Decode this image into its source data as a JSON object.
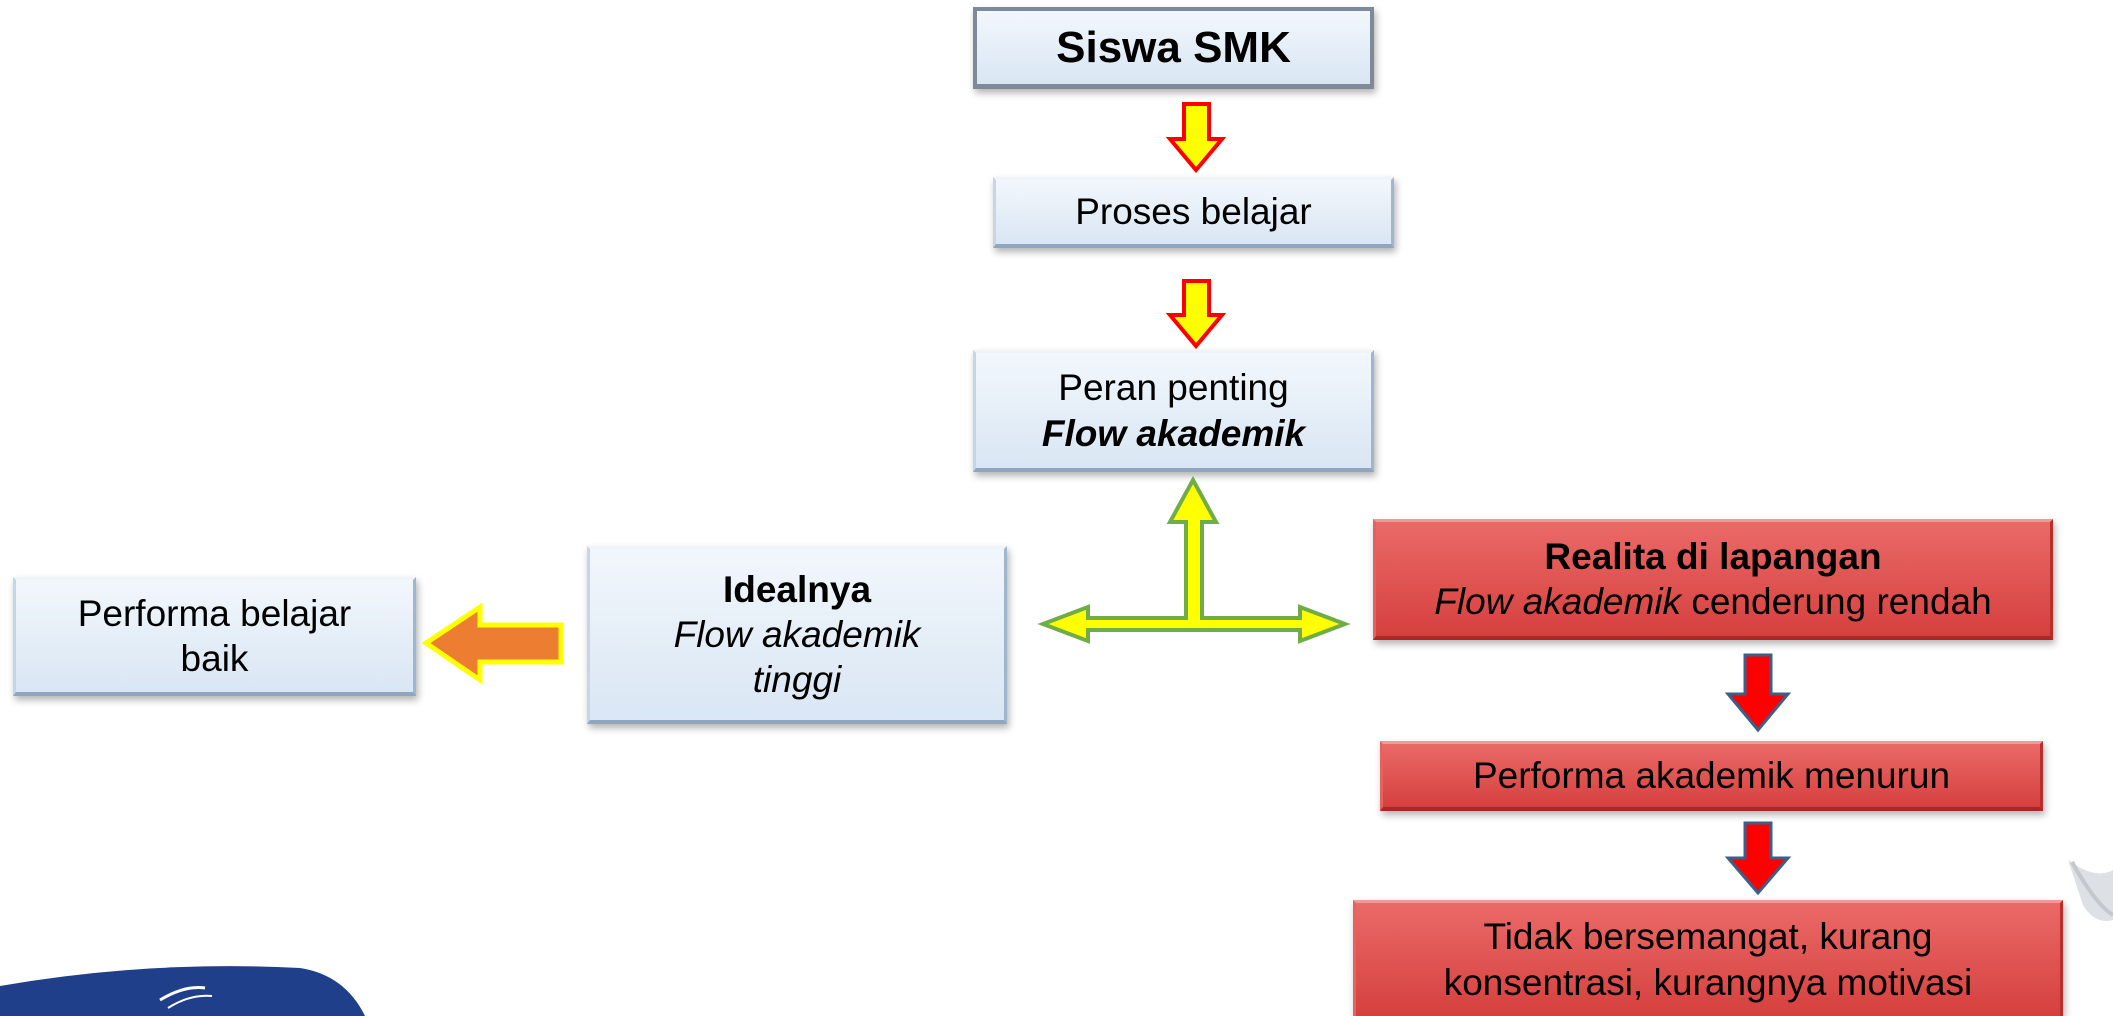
{
  "colors": {
    "box_blue": "#dce8f4",
    "box_red": "#de4a48",
    "arrow_red": "#ff0000",
    "arrow_yellow": "#ffff00",
    "arrow_orange": "#ed7d31",
    "arrow_green": "#70ad47",
    "arrow_outline_blue": "#3a5f8a"
  },
  "nodes": {
    "siswa": {
      "label": "Siswa SMK"
    },
    "proses": {
      "label": "Proses belajar"
    },
    "peran": {
      "line1": "Peran penting",
      "line2": "Flow akademik"
    },
    "idealnya": {
      "line1": "Idealnya",
      "line2": "Flow akademik",
      "line3": "tinggi"
    },
    "performa_baik": {
      "line1": "Performa belajar",
      "line2": "baik"
    },
    "realita": {
      "title": "Realita di lapangan",
      "line2_italic": "Flow akademik",
      "line2_rest": " cenderung rendah"
    },
    "performa_menurun": {
      "label": "Performa akademik menurun"
    },
    "tidak_bersemangat": {
      "line1": "Tidak bersemangat, kurang",
      "line2": "konsentrasi, kurangnya motivasi"
    }
  },
  "edges": [
    {
      "from": "siswa",
      "to": "proses",
      "style": "red-yellow-down-arrow"
    },
    {
      "from": "proses",
      "to": "peran",
      "style": "red-yellow-down-arrow"
    },
    {
      "from": "peran",
      "to": [
        "idealnya",
        "realita"
      ],
      "style": "yellow-green-tee-arrow"
    },
    {
      "from": "idealnya",
      "to": "performa_baik",
      "style": "orange-yellow-left-arrow"
    },
    {
      "from": "realita",
      "to": "performa_menurun",
      "style": "red-blue-down-arrow"
    },
    {
      "from": "performa_menurun",
      "to": "tidak_bersemangat",
      "style": "red-blue-down-arrow"
    }
  ]
}
